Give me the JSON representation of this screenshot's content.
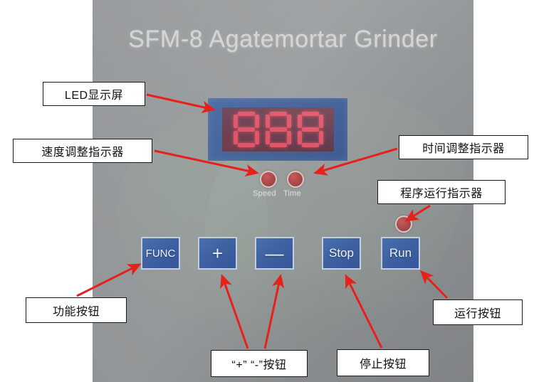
{
  "device": {
    "title": "SFM-8 Agatemortar Grinder",
    "panel_color": "#939699",
    "display": {
      "name": "led-display",
      "bezel_color": "#47679e",
      "screen_color": "#6e4050",
      "digit_color": "#e8586a",
      "digits": [
        "8",
        "8",
        "8"
      ],
      "value": "888"
    },
    "indicators": [
      {
        "id": "speed",
        "label": "Speed",
        "color": "#b04b4b",
        "state": "lit"
      },
      {
        "id": "time",
        "label": "Time",
        "color": "#b04b4b",
        "state": "lit"
      },
      {
        "id": "run",
        "label": "",
        "color": "#b04b4b",
        "state": "lit"
      }
    ],
    "buttons": [
      {
        "id": "func",
        "label": "FUNC",
        "color": "#3f63a3"
      },
      {
        "id": "plus",
        "label": "+",
        "color": "#3f63a3"
      },
      {
        "id": "minus",
        "label": "—",
        "color": "#3f63a3"
      },
      {
        "id": "stop",
        "label": "Stop",
        "color": "#3f63a3"
      },
      {
        "id": "run",
        "label": "Run",
        "color": "#3f63a3"
      }
    ]
  },
  "annotations": {
    "arrow_color": "#e8201a",
    "callouts": [
      {
        "id": "led",
        "text": "LED显示屏"
      },
      {
        "id": "speed",
        "text": "速度调整指示器"
      },
      {
        "id": "time",
        "text": "时间调整指示器"
      },
      {
        "id": "run_indicator",
        "text": "程序运行指示器"
      },
      {
        "id": "func_button",
        "text": "功能按钮"
      },
      {
        "id": "plus_minus_button",
        "text": "“+” “-”按钮"
      },
      {
        "id": "stop_button",
        "text": "停止按钮"
      },
      {
        "id": "run_button",
        "text": "运行按钮"
      }
    ]
  }
}
